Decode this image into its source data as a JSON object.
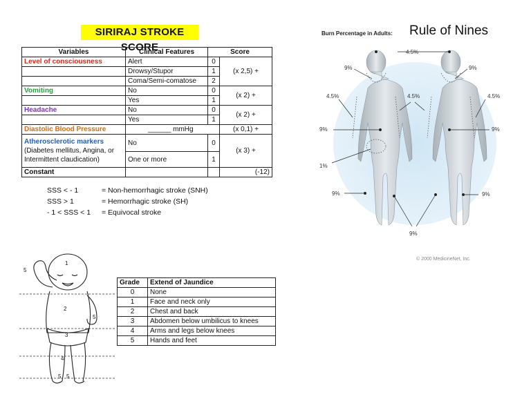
{
  "stroke": {
    "title": "SIRIRAJ STROKE SCORE",
    "headers": {
      "variables": "Variables",
      "features": "Clinical Features",
      "score": "Score"
    },
    "consciousness": {
      "label": "Level of consciousness",
      "multiplier": "(x 2,5) +",
      "rows": [
        {
          "f": "Alert",
          "v": "0"
        },
        {
          "f": "Drowsy/Stupor",
          "v": "1"
        },
        {
          "f": "Coma/Semi-comatose",
          "v": "2"
        }
      ]
    },
    "vomiting": {
      "label": "Vomiting",
      "multiplier": "(x 2) +",
      "rows": [
        {
          "f": "No",
          "v": "0"
        },
        {
          "f": "Yes",
          "v": "1"
        }
      ]
    },
    "headache": {
      "label": "Headache",
      "multiplier": "(x 2) +",
      "rows": [
        {
          "f": "No",
          "v": "0"
        },
        {
          "f": "Yes",
          "v": "1"
        }
      ]
    },
    "dbp": {
      "label": "Diastolic Blood Pressure",
      "feature": "______ mmHg",
      "multiplier": "(x 0,1) +"
    },
    "athero": {
      "label": "Atherosclerotic markers",
      "detail": "(Diabetes mellitus, Angina, or Intermittent claudication)",
      "multiplier": "(x 3) +",
      "rows": [
        {
          "f": "No",
          "v": "0"
        },
        {
          "f": "One or more",
          "v": "1"
        }
      ]
    },
    "constant": {
      "label": "Constant",
      "value": "(-12)"
    }
  },
  "sss_legend": [
    {
      "cond": "SSS < - 1",
      "meaning": "= Non-hemorrhagic stroke (SNH)"
    },
    {
      "cond": "SSS > 1",
      "meaning": "= Hemorrhagic stroke (SH)"
    },
    {
      "cond": "- 1 < SSS < 1",
      "meaning": "= Equivocal stroke"
    }
  ],
  "jaundice": {
    "headers": {
      "grade": "Grade",
      "extent": "Extend of Jaundice"
    },
    "rows": [
      {
        "grade": "0",
        "extent": "None"
      },
      {
        "grade": "1",
        "extent": "Face and neck only"
      },
      {
        "grade": "2",
        "extent": "Chest and back"
      },
      {
        "grade": "3",
        "extent": "Abdomen below umbilicus to knees"
      },
      {
        "grade": "4",
        "extent": "Arms and legs below knees"
      },
      {
        "grade": "5",
        "extent": "Hands and feet"
      }
    ],
    "baby_zone_labels": [
      "1",
      "2",
      "3",
      "4",
      "5",
      "5",
      "5",
      "5"
    ]
  },
  "rule_of_nines": {
    "subtitle": "Burn Percentage in Adults:",
    "title": "Rule of Nines",
    "labels": {
      "head": "4.5%",
      "front_neck": "9%",
      "back_neck": "9%",
      "arm_left": "4.5%",
      "arm_mid": "4.5%",
      "arm_right": "4.5%",
      "trunk_front": "9%",
      "trunk_back": "9%",
      "groin": "1%",
      "leg_front": "9%",
      "leg_back": "9%",
      "legs_bottom": "9%"
    },
    "copyright": "© 2000 MedicineNet, Inc."
  }
}
